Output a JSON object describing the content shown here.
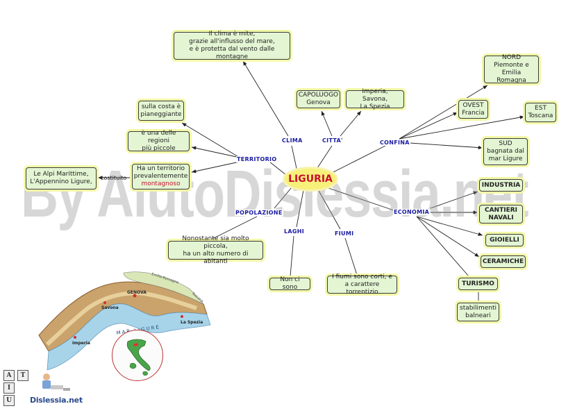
{
  "center": "LIGURIA",
  "branches": {
    "clima": "CLIMA",
    "citta": "CITTA'",
    "confina": "CONFINA",
    "territorio": "TERRITORIO",
    "economia": "ECONOMIA",
    "popolazione": "POPOLAZIONE",
    "laghi": "LAGHI",
    "fiumi": "FIUMI"
  },
  "nodes": {
    "clima": [
      "Il clima è mite,",
      "grazie all'influsso del mare,",
      "e è protetta dal vento dalle montagne"
    ],
    "capoluogo": [
      "CAPOLUOGO",
      "Genova"
    ],
    "altre_citta": [
      "Imperia, Savona,",
      "La Spezia"
    ],
    "nord": [
      "NORD",
      "Piemonte e",
      "Emilia Romagna"
    ],
    "ovest": [
      "OVEST",
      "Francia"
    ],
    "est": [
      "EST",
      "Toscana"
    ],
    "sud": [
      "SUD",
      "bagnata dal",
      "mar Ligure"
    ],
    "costa": [
      "sulla costa è",
      "pianeggiante"
    ],
    "piccole": [
      "è una delle regioni",
      "più piccole"
    ],
    "territorio": [
      "Ha un territorio",
      "prevalentemente"
    ],
    "territorio_highlight": "montagnoso",
    "alpi": [
      "Le Alpi Marittime,",
      "L'Appennino Ligure,"
    ],
    "costituito": "costituito",
    "popolazione": [
      "Nonostante sia molto piccola,",
      "ha un alto numero di abitanti"
    ],
    "laghi": [
      "Non ci sono"
    ],
    "fiumi": [
      "I fiumi sono corti, e",
      "a carattere torrentizio"
    ],
    "industria": "INDUSTRIA",
    "cantieri": [
      "CANTIERI",
      "NAVALI"
    ],
    "gioielli": "GIOIELLI",
    "ceramiche": "CERAMICHE",
    "turismo": "TURISMO",
    "stabilimenti": [
      "stabilimenti",
      "balneari"
    ]
  },
  "watermark": "By AiutoDislessia.net",
  "map_labels": [
    "Savona",
    "GENOVA",
    "Imperia",
    "La Spezia",
    "MAR LIGURE",
    "Emilia-Romagna",
    "Toscana"
  ],
  "logo": {
    "letters": [
      "A",
      "I",
      "T",
      "U"
    ],
    "name": "Dislessia.net"
  },
  "colors": {
    "box_fill": "#e3f5d3",
    "box_glow": "#f3f8a8",
    "label_blue": "#1a1aa0",
    "center_fill": "#f7f07a",
    "center_text": "#c8102e",
    "highlight_red": "#c8102e"
  }
}
